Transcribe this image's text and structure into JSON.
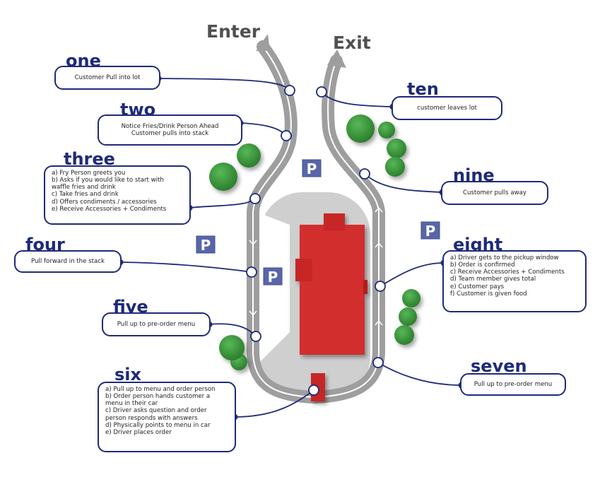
{
  "labels": {
    "enter": "Enter",
    "exit": "Exit",
    "parking": "P"
  },
  "colors": {
    "accent": "#1e2a78",
    "building": "#d32f2f",
    "lane": "#9e9e9e",
    "tree": "#3a9a3a",
    "lot": "#cfcfcf",
    "parking_sign": "#5866a8"
  },
  "steps": [
    {
      "title": "one",
      "lines": [
        "Customer Pull into lot"
      ]
    },
    {
      "title": "two",
      "lines": [
        "Notice Fries/Drink Person Ahead",
        "Customer pulls into stack"
      ]
    },
    {
      "title": "three",
      "lines": [
        "a) Fry Person greets you",
        "b) Asks if you would like to start with",
        "     waffle fries and drink",
        "c) Take fries and drink",
        "d) Offers condiments / accessories",
        "e) Receive Accessories + Condiments"
      ]
    },
    {
      "title": "four",
      "lines": [
        "Pull forward in the stack"
      ]
    },
    {
      "title": "five",
      "lines": [
        "Pull up to pre-order menu"
      ]
    },
    {
      "title": "six",
      "lines": [
        "a) Pull up to menu and order person",
        "b) Order person hands customer a",
        "     menu in their car",
        "c) Driver asks question and order",
        "     person responds with answers",
        "d) Physically points to menu in car",
        "e) Driver places order"
      ]
    },
    {
      "title": "seven",
      "lines": [
        "Pull up to pre-order menu"
      ]
    },
    {
      "title": "eight",
      "lines": [
        "a) Driver gets to the pickup window",
        "b) Order is confirmed",
        "c) Receive Accessories + Condiments",
        "d) Team member gives total",
        "e) Customer pays",
        "f) Customer is given food"
      ]
    },
    {
      "title": "nine",
      "lines": [
        "Customer pulls away"
      ]
    },
    {
      "title": "ten",
      "lines": [
        "customer leaves lot"
      ]
    }
  ]
}
